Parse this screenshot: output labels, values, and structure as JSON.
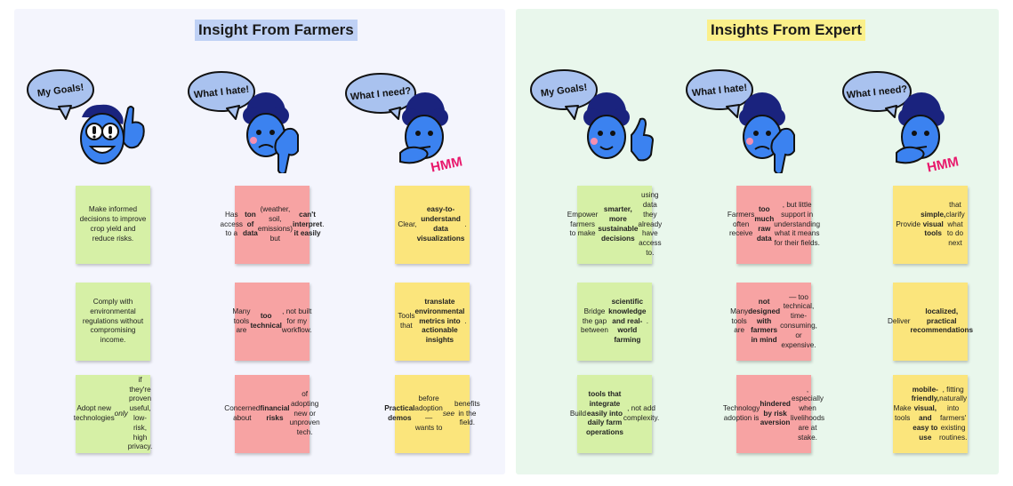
{
  "farmers": {
    "title": "Insight From Farmers",
    "columns": [
      {
        "label": "My Goals!",
        "color": "#d6f0a6",
        "notes": [
          "Make informed decisions to improve crop yield and reduce risks.",
          "Comply with environmental regulations without compromising income.",
          "Adopt new technologies <i>only</i> if they're proven useful, low-risk, high privacy."
        ]
      },
      {
        "label": "What I hate!",
        "color": "#f7a3a3",
        "notes": [
          "Has access to a <b>ton of data</b> (weather, soil, emissions) but <b>can't interpret it easily</b>.",
          "Many tools are <b>too technical</b>, not built for my workflow.",
          "Concerned about <b>financial risks</b> of adopting new or unproven tech."
        ]
      },
      {
        "label": "What I need?",
        "color": "#fbe57c",
        "notes": [
          "Clear, <b>easy-to-understand data visualizations</b>.",
          "Tools that <b>translate environmental metrics into actionable insights</b>.",
          "<b>Practical demos</b> before adoption — wants to <i>see</i> benefits in the field."
        ]
      }
    ]
  },
  "expert": {
    "title": "Insights From Expert",
    "columns": [
      {
        "label": "My Goals!",
        "color": "#d6f0a6",
        "notes": [
          "Empower farmers to make <b>smarter, more sustainable decisions</b> using data they already have access to.",
          "Bridge the gap between <b>scientific knowledge and real-world farming</b>.",
          "Build <b>tools that integrate easily into daily farm operations</b>, not add complexity."
        ]
      },
      {
        "label": "What I hate!",
        "color": "#f7a3a3",
        "notes": [
          "Farmers often receive <b>too much raw data</b>, but little support in understanding what it means for their fields.",
          "Many tools are <b>not designed with farmers in mind</b> — too technical, time-consuming, or expensive.",
          "Technology adoption is <b>hindered by risk aversion</b>, especially when livelihoods are at stake."
        ]
      },
      {
        "label": "What I need?",
        "color": "#fbe57c",
        "notes": [
          "Provide <b>simple, visual tools</b> that clarify what to do next",
          "Deliver <b>localized, practical recommendations</b>",
          "Make tools <b>mobile-friendly, visual, and easy to use</b>, fitting naturally into farmers' existing routines."
        ]
      }
    ]
  },
  "stickers": {
    "hmm_text": "HMM",
    "skin_color": "#3b82f0",
    "hair_color": "#1a237e",
    "bubble_color": "#a9c2ef",
    "hmm_color": "#e8176b"
  }
}
